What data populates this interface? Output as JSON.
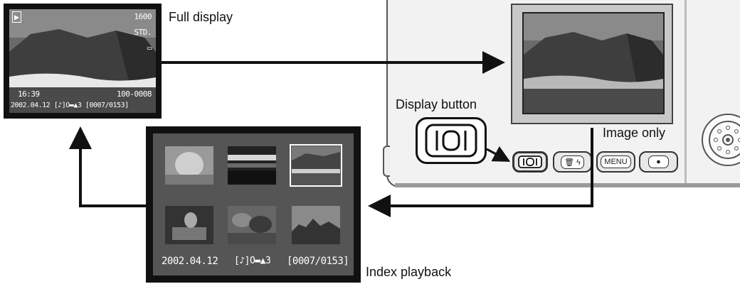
{
  "full_display": {
    "label": "Full display",
    "osd": {
      "iso": "1600",
      "quality": "STD.",
      "time": "16:39",
      "file_number": "100-0008",
      "info_line": "2002.04.12 [♪]O▬▲3 [0007/0153]"
    }
  },
  "camera": {
    "display_button_label": "Display button",
    "image_only_label": "Image only",
    "menu_button": "MENU"
  },
  "index_playback": {
    "label": "Index playback",
    "date": "2002.04.12",
    "icons": "[♪]O▬▲3",
    "counter": "[0007/0153]"
  }
}
